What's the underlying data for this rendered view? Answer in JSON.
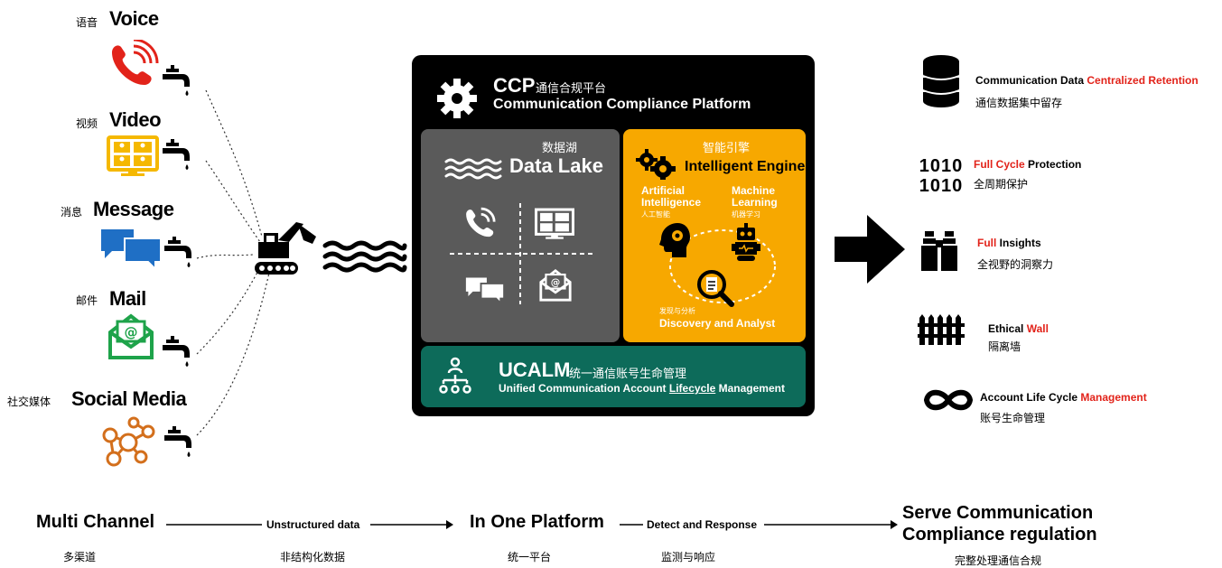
{
  "channels": [
    {
      "cn": "语音",
      "en": "Voice",
      "icon": "phone-icon",
      "color": "#e2231a"
    },
    {
      "cn": "视频",
      "en": "Video",
      "icon": "video-conference-icon",
      "color": "#f5b800"
    },
    {
      "cn": "消息",
      "en": "Message",
      "icon": "chat-bubbles-icon",
      "color": "#1f6fc5"
    },
    {
      "cn": "邮件",
      "en": "Mail",
      "icon": "envelope-icon",
      "color": "#1ea34a"
    },
    {
      "cn": "社交媒体",
      "en": "Social Media",
      "icon": "social-network-icon",
      "color": "#d36f1c"
    }
  ],
  "platform": {
    "name": "CCP",
    "name_cn": "通信合规平台",
    "full_name": "Communication Compliance Platform",
    "data_lake": {
      "cn": "数据湖",
      "en": "Data Lake"
    },
    "engine": {
      "cn": "智能引擎",
      "en": "Intelligent Engine",
      "ai_en": "Artificial\nIntelligence",
      "ai_cn": "人工智能",
      "ml_en": "Machine\nLearning",
      "ml_cn": "机器学习",
      "da_cn": "发现与分析",
      "da_en": "Discovery and Analyst"
    },
    "ucalm": {
      "name": "UCALM",
      "name_cn": "统一通信账号生命管理",
      "full_pre": "Unified Communication Account ",
      "full_underline": "Lifecycle",
      "full_post": " Management"
    },
    "colors": {
      "box": "#000000",
      "lake": "#5a5a5a",
      "engine": "#f7a800",
      "ucalm": "#0d6b5a"
    }
  },
  "benefits": [
    {
      "pre": "Communication Data ",
      "highlight": "Centralized Retention",
      "post": "",
      "cn": "通信数据集中留存",
      "icon": "database-icon"
    },
    {
      "pre": "",
      "highlight": "Full Cycle",
      "post": " Protection",
      "cn": "全周期保护",
      "icon": "binary-1010-icon"
    },
    {
      "pre": "",
      "highlight": "Full",
      "post": " Insights",
      "cn": "全视野的洞察力",
      "icon": "binoculars-icon"
    },
    {
      "pre": "Ethical ",
      "highlight": "Wall",
      "post": "",
      "cn": "隔离墙",
      "icon": "fence-icon"
    },
    {
      "pre": "Account Life Cycle ",
      "highlight": "Management",
      "post": "",
      "cn": "账号生命管理",
      "icon": "infinity-icon"
    }
  ],
  "flow": {
    "step1_en": "Multi Channel",
    "step1_cn": "多渠道",
    "arrow1_en": "Unstructured data",
    "arrow1_cn": "非结构化数据",
    "step2_en": "In One Platform",
    "step2_cn": "统一平台",
    "arrow2_en": "Detect and Response",
    "arrow2_cn": "监测与响应",
    "step3_en_1": "Serve Communication",
    "step3_en_2": "Compliance regulation",
    "step3_cn": "完整处理通信合规"
  }
}
